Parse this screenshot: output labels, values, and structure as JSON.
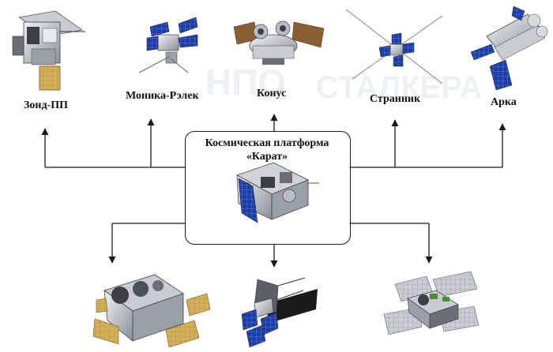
{
  "hub": {
    "title_line1": "Космическая платформа",
    "title_line2": "«Карат»"
  },
  "satellites": [
    {
      "name": "Зонд-ПП"
    },
    {
      "name": "Моника-Рэлек"
    },
    {
      "name": "Конус"
    },
    {
      "name": "Странник"
    },
    {
      "name": "Арка"
    }
  ],
  "watermark": {
    "line1": "НПО",
    "line2": "СТАЛКЕРА"
  },
  "colors": {
    "line": "#1a1a1a",
    "panel": "#1d3ea8",
    "panel_grid": "#7f9be8",
    "body_light": "#d9dde2",
    "body_dark": "#5b6068",
    "gold": "#d7b463",
    "foil_brown": "#8b5e34",
    "watermark": "#eef1f4"
  }
}
